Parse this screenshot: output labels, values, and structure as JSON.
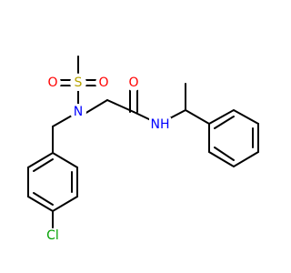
{
  "molecule": {
    "atoms": [
      {
        "id": "S",
        "symbol": "S",
        "color": "#b8a400"
      },
      {
        "id": "O1",
        "symbol": "O",
        "color": "#ff0000"
      },
      {
        "id": "O2",
        "symbol": "O",
        "color": "#ff0000"
      },
      {
        "id": "N1",
        "symbol": "N",
        "color": "#0000ff"
      },
      {
        "id": "O3",
        "symbol": "O",
        "color": "#ff0000"
      },
      {
        "id": "NH",
        "symbol": "NH",
        "color": "#0000ff"
      },
      {
        "id": "Cl",
        "symbol": "Cl",
        "color": "#00a000"
      }
    ]
  }
}
